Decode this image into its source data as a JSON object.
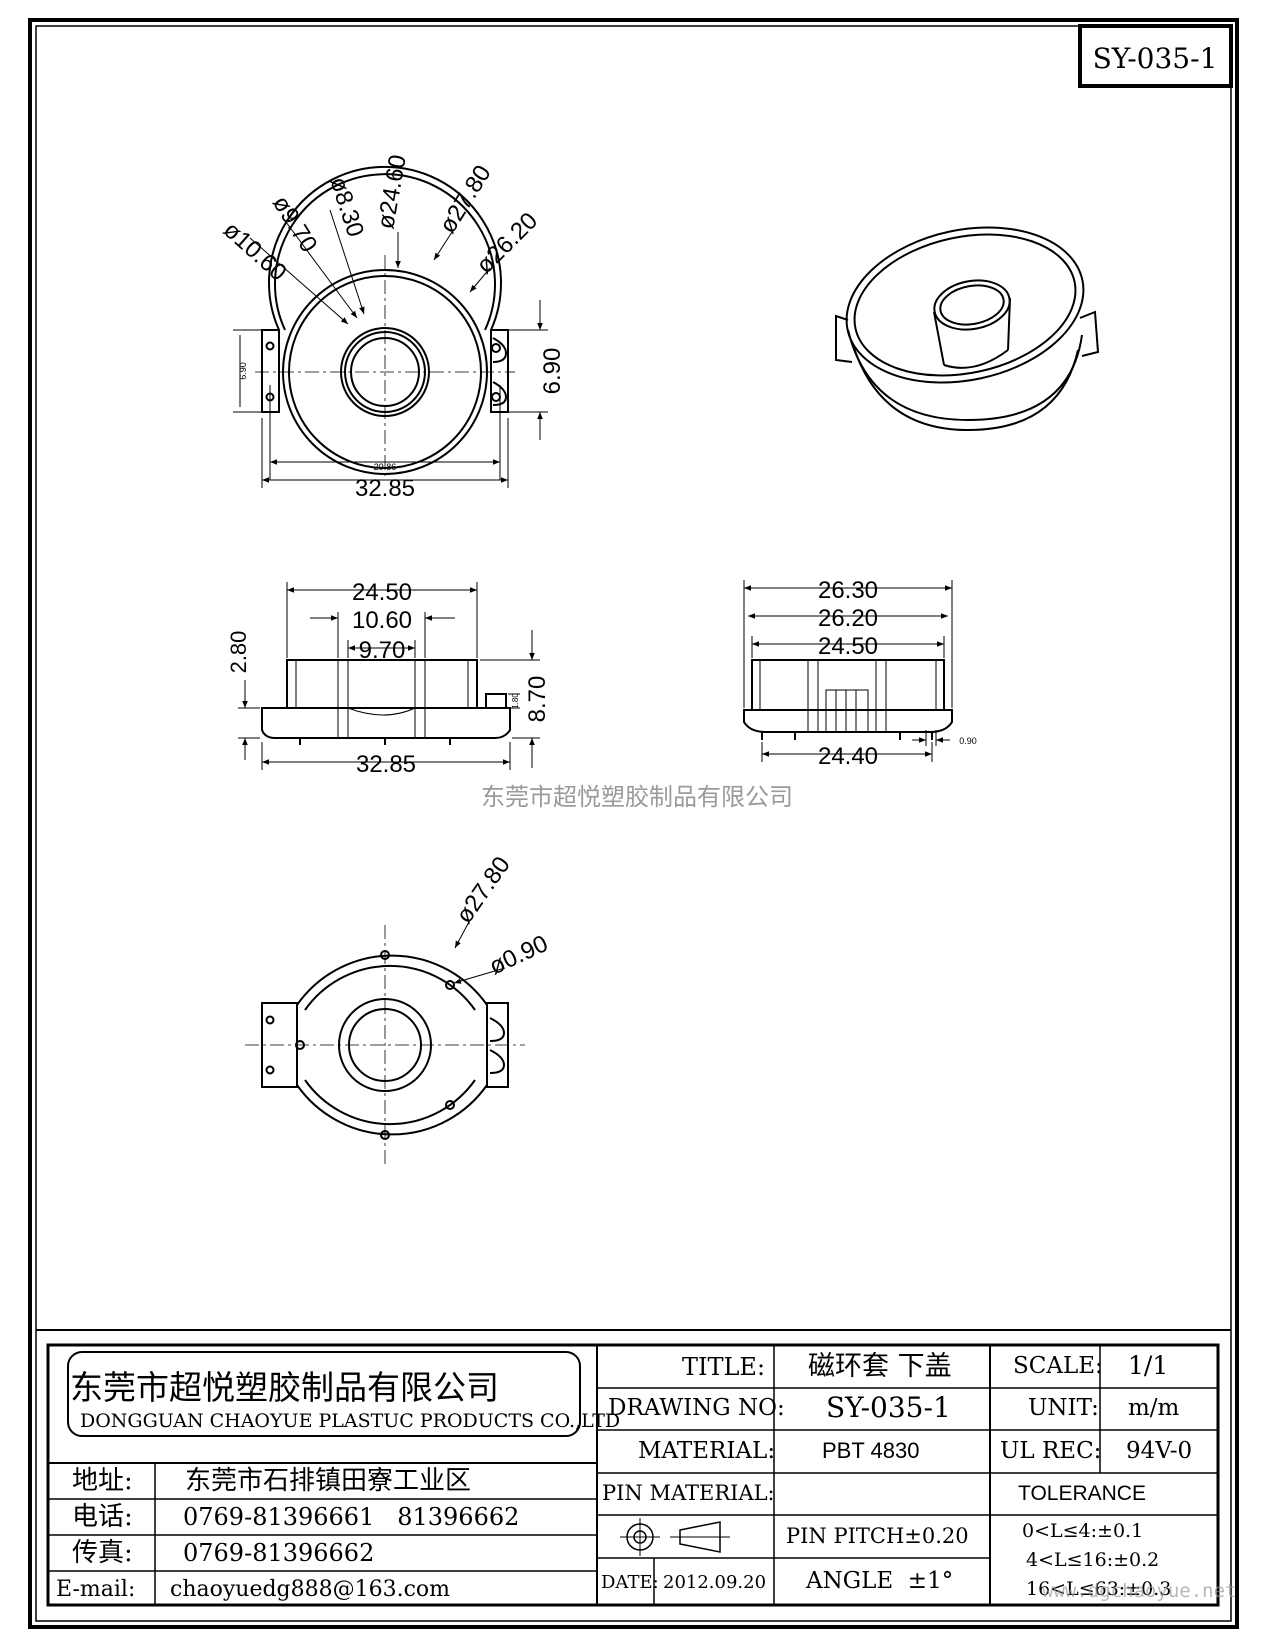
{
  "drawing_code": "SY-035-1",
  "watermark": "东莞市超悦塑胶制品有限公司",
  "top_view": {
    "dims": {
      "d1": "ø10.60",
      "d2": "ø9.70",
      "d3": "ø8.30",
      "d4": "ø24.60",
      "d5": "ø27.80",
      "d6": "ø26.20",
      "h_right": "6.90",
      "h_left": "6.90",
      "w_inner": "29.86",
      "w_outer": "32.85"
    }
  },
  "front_view": {
    "dims": {
      "w1": "24.50",
      "w2": "10.60",
      "w3": "9.70",
      "h1": "2.80",
      "h2": "8.70",
      "h3": "1.80",
      "w_base": "32.85"
    }
  },
  "side_view": {
    "dims": {
      "w1": "26.30",
      "w2": "26.20",
      "w3": "24.50",
      "w_pins": "24.40",
      "pin": "0.90"
    }
  },
  "bottom_view": {
    "dims": {
      "d_outer": "ø27.80",
      "d_pin": "ø0.90"
    }
  },
  "title_block": {
    "company_cn": "东莞市超悦塑胶制品有限公司",
    "company_en": "DONGGUAN CHAOYUE PLASTUC PRODUCTS CO.,LTD",
    "address_label": "地址:",
    "address": "东莞市石排镇田寮工业区",
    "phone_label": "电话:",
    "phone": "0769-81396661   81396662",
    "fax_label": "传真:",
    "fax": "0769-81396662",
    "email_label": "E-mail:",
    "email": "chaoyuedg888@163.com",
    "title_label": "TITLE:",
    "title": "磁环套 下盖",
    "drawing_no_label": "DRAWING NO:",
    "drawing_no": "SY-035-1",
    "material_label": "MATERIAL:",
    "material": "PBT 4830",
    "pin_material_label": "PIN MATERIAL:",
    "pin_material": "",
    "pin_pitch": "PIN PITCH±0.20",
    "date_label": "DATE:",
    "date": "2012.09.20",
    "angle": "ANGLE  ±1°",
    "scale_label": "SCALE:",
    "scale": "1/1",
    "unit_label": "UNIT:",
    "unit": "m/m",
    "ul_label": "UL REC:",
    "ul": "94V-0",
    "tolerance_label": "TOLERANCE",
    "tol1": "0<L≤4:±0.1",
    "tol2": "4<L≤16:±0.2",
    "tol3": "16<L≤63:±0.3",
    "site_mark": "www.dgchaoyue.net"
  }
}
